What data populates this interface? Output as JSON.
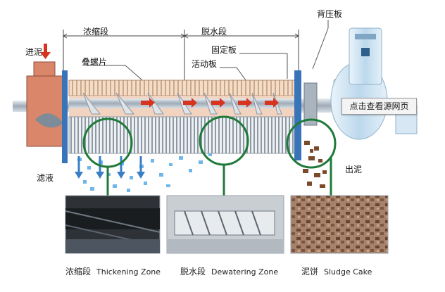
{
  "labels": {
    "inlet": "进泥",
    "thickening_section": "浓缩段",
    "dewatering_section": "脱水段",
    "backplate": "背压板",
    "screw_label": "叠螺片",
    "fixed_plate": "固定板",
    "moving_plate": "活动板",
    "filtrate": "滤液",
    "outlet": "出泥"
  },
  "captions": {
    "thickening_cn": "浓缩段",
    "thickening_en": "Thickening Zone",
    "dewatering_cn": "脱水段",
    "dewatering_en": "Dewatering Zone",
    "cake_cn": "泥饼",
    "cake_en": "Sludge Cake"
  },
  "overlay_button": "点击查看源网页",
  "colors": {
    "inlet_box": "#d9866a",
    "drum_fill": "#f2d3bf",
    "shaft": "#b9c3cd",
    "zone_circle": "#1f7a3a",
    "flow_arrow": "#d7331f",
    "motor": "#cfe3f1",
    "sludge": "#7a4a2a",
    "filtrate_drops": "#6fb6ea"
  }
}
